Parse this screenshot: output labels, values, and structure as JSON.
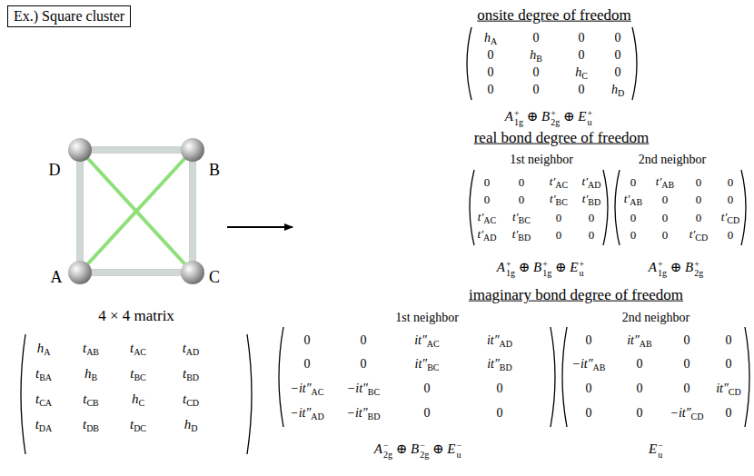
{
  "diagram": {
    "nodes": [
      {
        "text": [
          "Ex.) Square cluster"
        ]
      }
    ],
    "labels": [
      "D",
      "B",
      "A",
      "C",
      "4 × 4 matrix",
      "hA",
      "tAB",
      "tAC",
      "tAD",
      "tBA",
      "hB",
      "tBC",
      "tBD",
      "tCA",
      "tCB",
      "hC",
      "tCD",
      "tDA",
      "tDB",
      "tDC",
      "hD",
      "onsite degree of freedom",
      "hA",
      "0",
      "0",
      "0",
      "0",
      "hB",
      "0",
      "0",
      "0",
      "0",
      "hC",
      "0",
      "0",
      "0",
      "0",
      "hD",
      "A1g+ ⊕ B2g+ ⊕ Eu+",
      "real bond degree of freedom",
      "1st neighbor",
      "2nd neighbor",
      "0",
      "0",
      "t′AC",
      "t′AD",
      "0",
      "0",
      "t′BC",
      "t′BD",
      "t′AC",
      "t′BC",
      "0",
      "0",
      "t′AD",
      "t′BD",
      "0",
      "0",
      "0",
      "t′AB",
      "0",
      "0",
      "t′AB",
      "0",
      "0",
      "0",
      "0",
      "0",
      "0",
      "t′CD",
      "0",
      "0",
      "t′CD",
      "0",
      "A1g+ ⊕ B1g+ ⊕ Eu+",
      "A1g+ ⊕ B2g+",
      "imaginary bond degree of freedom",
      "1st neighbor",
      "2nd neighbor",
      "0",
      "0",
      "it″AC",
      "it″AD",
      "0",
      "0",
      "it″BC",
      "it″BD",
      "−it″AC",
      "−it″BC",
      "0",
      "0",
      "−it″AD",
      "−it″BD",
      "0",
      "0",
      "0",
      "it″AB",
      "0",
      "0",
      "−it″AB",
      "0",
      "0",
      "0",
      "0",
      "0",
      "0",
      "it″CD",
      "0",
      "0",
      "−it″CD",
      "0",
      "A2g− ⊕ B2g− ⊕ Eu−",
      "Eu−"
    ]
  }
}
